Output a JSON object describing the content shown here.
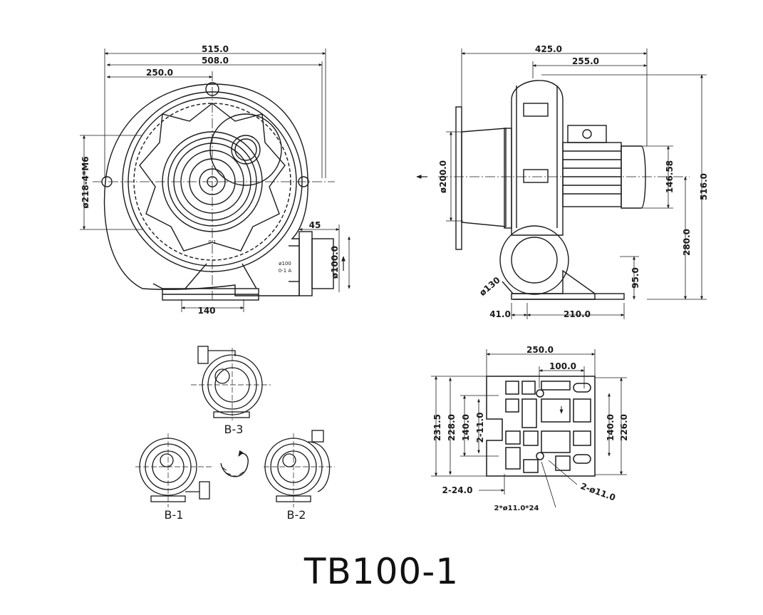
{
  "title": "TB100-1",
  "front_view": {
    "dims": {
      "overall_width": "515.0",
      "body_width": "508.0",
      "half_width": "250.0",
      "bolt_circle": "ø218-4*M6",
      "outlet_offset": "45",
      "outlet_dia": "ø100.0",
      "outlet_inner": "ø100",
      "outlet_note": "0-1 A",
      "base_width": "140",
      "center_note": "0-1"
    }
  },
  "side_view": {
    "dims": {
      "overall_length": "425.0",
      "motor_length": "255.0",
      "height": "516.0",
      "center_height": "280.0",
      "motor_dia": "146.58",
      "inlet_dia": "ø200.0",
      "outlet_dia": "ø130",
      "outlet_height": "95.0",
      "front_offset": "41.0",
      "base_length": "210.0"
    }
  },
  "orientations": {
    "b3": "B-3",
    "b1": "B-1",
    "b2": "B-2"
  },
  "base_plate": {
    "dims": {
      "width": "250.0",
      "hole_pitch_x": "100.0",
      "total_height": "231.5",
      "height_a": "228.0",
      "height_b": "140.0",
      "slot_a": "2-11.0",
      "right_height": "226.0",
      "right_pitch": "140.0",
      "slot_b": "2-24.0",
      "hole_b": "2-ø11.0",
      "slot_note": "2*ø11.0*24"
    }
  }
}
